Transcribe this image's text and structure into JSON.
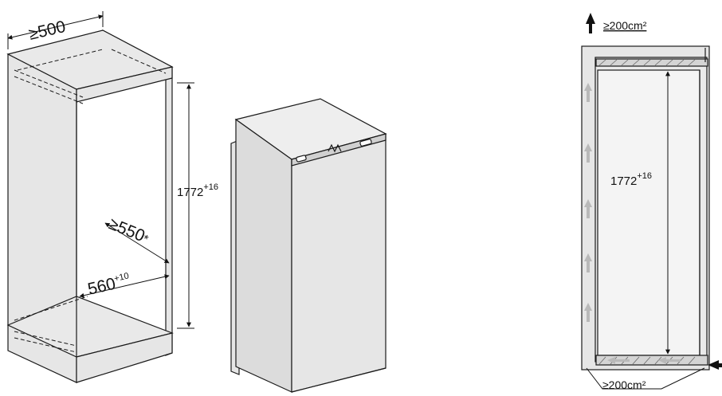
{
  "cabinet": {
    "width_label": "≥500",
    "height_main": "1772",
    "height_sup": "+16",
    "depth_label": "≥550",
    "depth_mark": "*",
    "niche_main": "560",
    "niche_sup": "+10"
  },
  "side_view": {
    "top_vent": "≥200cm²",
    "height_main": "1772",
    "height_sup": "+16",
    "bottom_vent": "≥200cm²"
  },
  "colors": {
    "panel": "#e6e6e6",
    "line": "#1a1a1a",
    "arrow": "#b9b9b9"
  }
}
